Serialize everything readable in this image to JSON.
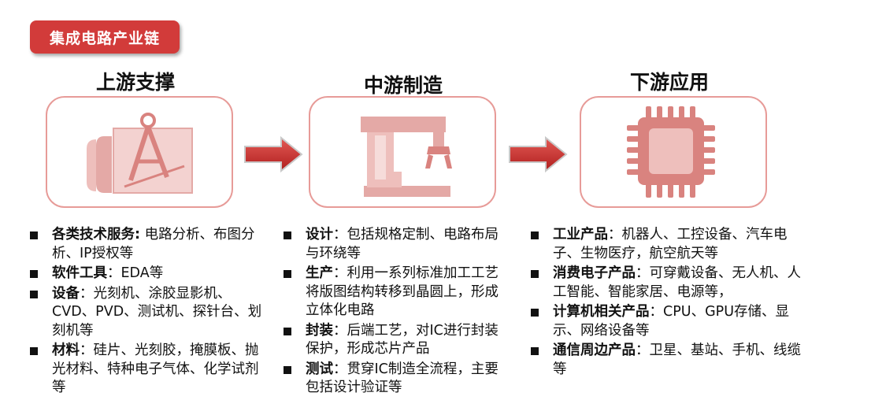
{
  "tag": {
    "label": "集成电路产业链"
  },
  "columns": [
    {
      "title": "上游支撑",
      "icon": "drafting-icon",
      "items": [
        {
          "term": "各类技术服务:",
          "text": " 电路分析、布图分析、IP授权等"
        },
        {
          "term": "软件工具",
          "text": "：EDA等"
        },
        {
          "term": "设备",
          "text": "：光刻机、涂胶显影机、CVD、PVD、测试机、探针台、划刻机等"
        },
        {
          "term": "材料",
          "text": "：硅片、光刻胶，掩膜板、抛光材料、特种电子气体、化学试剂等"
        }
      ]
    },
    {
      "title": "中游制造",
      "icon": "robot-arm-icon",
      "items": [
        {
          "term": "设计",
          "text": "：包括规格定制、电路布局与环绕等"
        },
        {
          "term": "生产",
          "text": "：利用一系列标准加工工艺将版图结构转移到晶圆上，形成立体化电路"
        },
        {
          "term": "封装",
          "text": "：后端工艺，对IC进行封装保护，形成芯片产品"
        },
        {
          "term": "测试",
          "text": "：贯穿IC制造全流程，主要包括设计验证等"
        }
      ]
    },
    {
      "title": "下游应用",
      "icon": "chip-icon",
      "items": [
        {
          "term": "工业产品",
          "text": "：机器人、工控设备、汽车电子、生物医疗，航空航天等"
        },
        {
          "term": "消费电子产品",
          "text": "：可穿戴设备、无人机、人工智能、智能家居、电源等，"
        },
        {
          "term": "计算机相关产品",
          "text": "：CPU、GPU存储、显示、网络设备等"
        },
        {
          "term": "通信周边产品",
          "text": "：卫星、基站、手机、线缆等"
        }
      ]
    }
  ],
  "colors": {
    "accent": "#d23b3a",
    "box_border": "#e79b98",
    "icon_fill": "#e4a9a6"
  }
}
